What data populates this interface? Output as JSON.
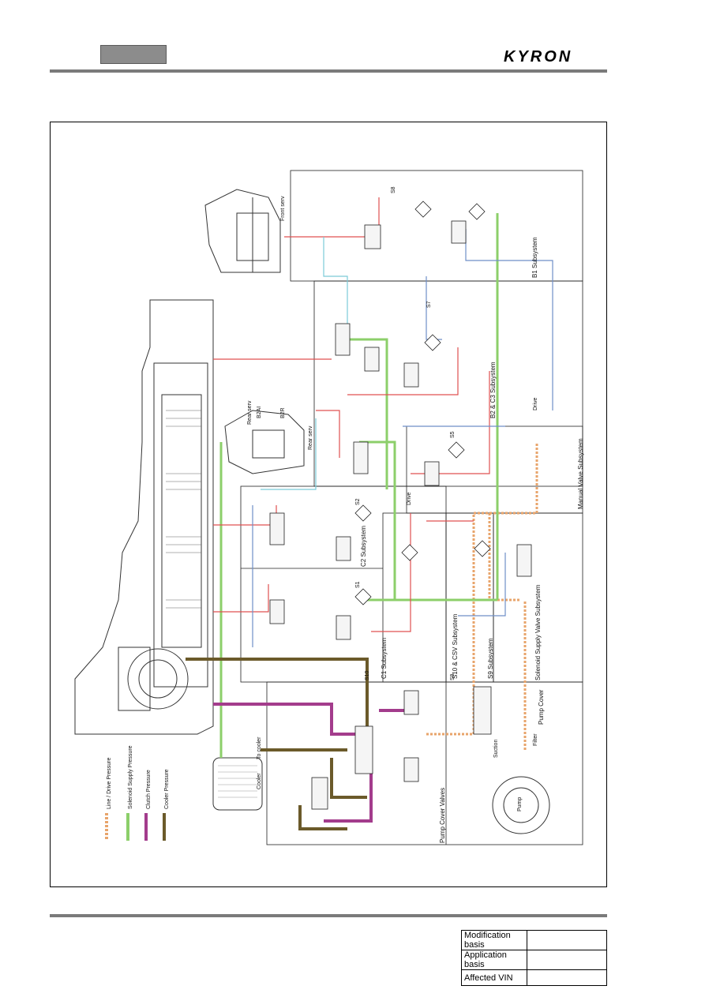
{
  "header": {
    "brand": "KYRON"
  },
  "legend": [
    {
      "label": "Line / Drive Pressure",
      "color": "#e8a46b"
    },
    {
      "label": "Solenoid Supply Pressure",
      "color": "#8ccf6a"
    },
    {
      "label": "Clutch Pressure",
      "color": "#a33c8c"
    },
    {
      "label": "Cooler Pressure",
      "color": "#6b5a2a"
    }
  ],
  "subsystems": {
    "b1": "B1 Subsystem",
    "b2c3": "B2 & C3 Subsystem",
    "manual": "Manual Valve Subsystem",
    "c2": "C2 Subsystem",
    "c1": "C1 Subsystem",
    "s10csv": "S10 & CSV Subsystem",
    "s9": "S9 Subsystem",
    "solsupply": "Solenoid Supply Valve Subsystem",
    "pumpvalves": "Pump Cover Valves",
    "pumpcover": "Pump Cover"
  },
  "labels": {
    "s10": "S10",
    "s9": "S9",
    "cooler": "Cooler",
    "to_cooler": "To cooler",
    "front_serv": "Front serv",
    "rear_serv": "Rear serv",
    "filter": "Filter",
    "suction": "Suction",
    "pump": "Pump",
    "drive": "Drive",
    "b2a": "B2AI",
    "b2r": "B2R",
    "s2": "S2",
    "s8": "S8",
    "s7": "S7",
    "s1": "S1",
    "s5": "S5"
  },
  "info_table": [
    {
      "label": "Modification basis",
      "value": ""
    },
    {
      "label": "Application basis",
      "value": ""
    },
    {
      "label": "Affected VIN",
      "value": ""
    }
  ],
  "colors": {
    "line": "#e8a46b",
    "solenoid": "#8ccf6a",
    "clutch": "#a33c8c",
    "cooler": "#6b5a2a",
    "exhaust_blue": "#6f8fc8",
    "control_red": "#e05050",
    "cyan": "#7ccbd8"
  }
}
